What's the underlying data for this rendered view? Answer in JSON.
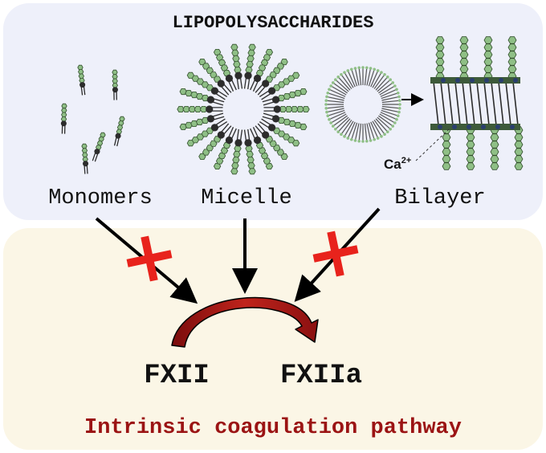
{
  "title": "LIPOPOLYSACCHARIDES",
  "forms": {
    "monomers": "Monomers",
    "micelle": "Micelle",
    "bilayer": "Bilayer"
  },
  "ion": {
    "base": "Ca",
    "superscript": "2+"
  },
  "reaction": {
    "substrate": "FXII",
    "product": "FXIIa"
  },
  "pathway": "Intrinsic coagulation pathway",
  "colors": {
    "top_panel": "#eef0fa",
    "bottom_panel": "#fbf6e6",
    "sugar": "#8fbf86",
    "sugar_stroke": "#34502f",
    "lipid": "#2c2c2c",
    "inhibit_cross": "#e8231c",
    "reaction_arrow": "#b81c1c",
    "pathway_text": "#9b1414"
  }
}
